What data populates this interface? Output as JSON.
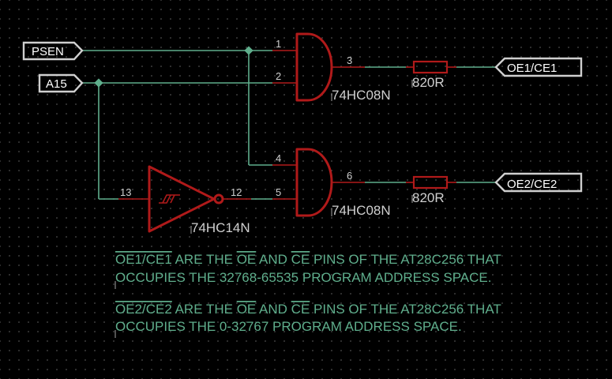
{
  "ports": {
    "psen": "PSEN",
    "a15": "A15",
    "oe1": "OE1/CE1",
    "oe2": "OE2/CE2"
  },
  "pins": {
    "g1_in1": "1",
    "g1_in2": "2",
    "g1_out": "3",
    "g2_in1": "4",
    "g2_in2": "5",
    "g2_out": "6",
    "inv_in": "13",
    "inv_out": "12"
  },
  "parts": {
    "and1": "74HC08N",
    "and2": "74HC08N",
    "inverter": "74HC14N",
    "r1": "820R",
    "r2": "820R"
  },
  "notes": {
    "note1_line1_a": "OE1/CE1",
    "note1_line1_b": " ARE THE ",
    "note1_line1_c": "OE",
    "note1_line1_d": " AND ",
    "note1_line1_e": "CE",
    "note1_line1_f": " PINS OF THE AT28C256 THAT",
    "note1_line2": "OCCUPIES THE 32768-65535 PROGRAM ADDRESS SPACE.",
    "note2_line1_a": "OE2/CE2",
    "note2_line1_b": " ARE THE ",
    "note2_line1_c": "OE",
    "note2_line1_d": " AND ",
    "note2_line1_e": "CE",
    "note2_line1_f": " PINS OF THE AT28C256 THAT",
    "note2_line2": "OCCUPIES THE 0-32767 PROGRAM ADDRESS SPACE."
  },
  "colors": {
    "background": "#000000",
    "wire": "#5fae8c",
    "symbol": "#b01a1a",
    "label": "#cfcfcf",
    "note": "#5fae8c"
  }
}
